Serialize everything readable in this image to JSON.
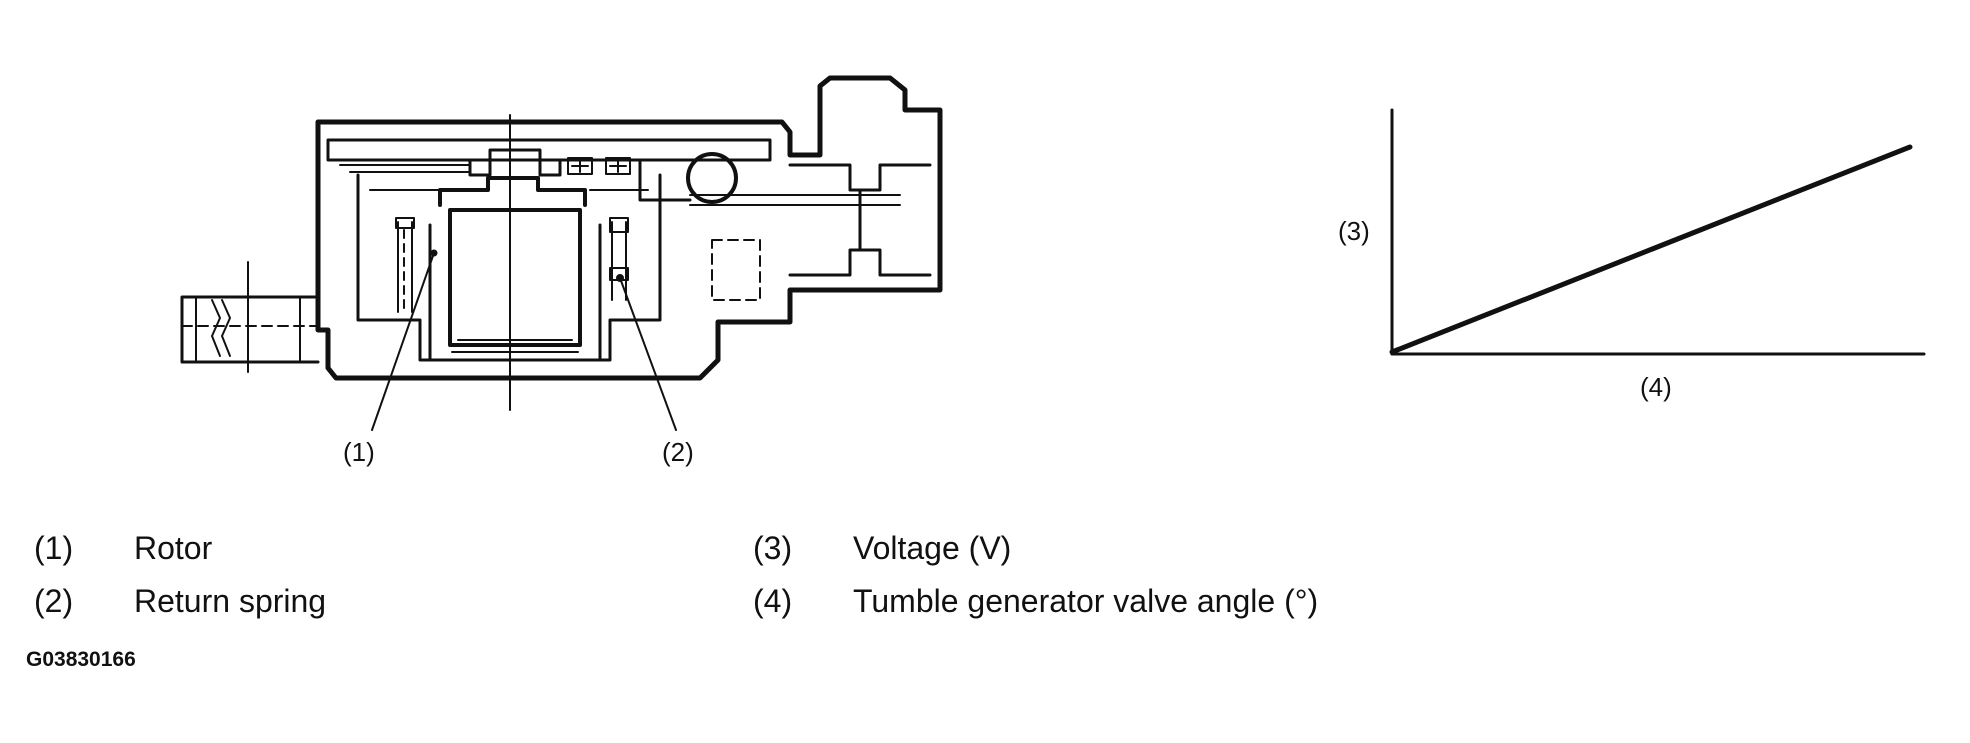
{
  "callouts": {
    "c1": "(1)",
    "c2": "(2)",
    "c3": "(3)",
    "c4": "(4)"
  },
  "legend": [
    {
      "num": "(1)",
      "text": "Rotor"
    },
    {
      "num": "(2)",
      "text": "Return spring"
    },
    {
      "num": "(3)",
      "text": "Voltage (V)"
    },
    {
      "num": "(4)",
      "text": "Tumble generator valve angle (°)"
    }
  ],
  "figure_code": "G03830166",
  "graph": {
    "x_label": "(4)",
    "y_label": "(3)",
    "relationship": "linear-increasing"
  }
}
